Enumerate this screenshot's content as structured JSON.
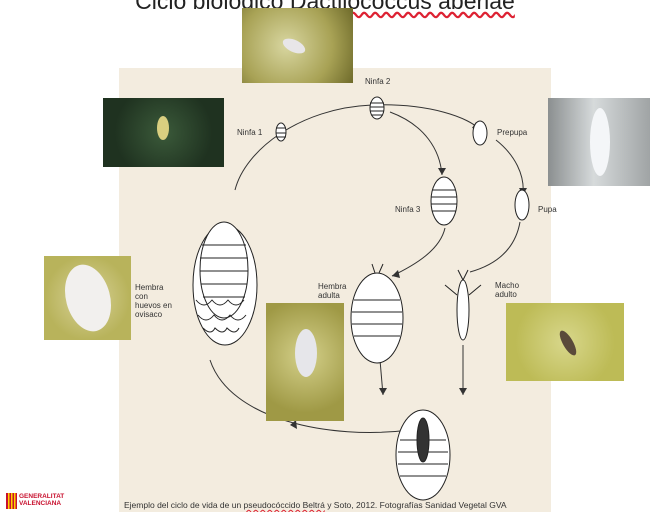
{
  "title": {
    "plain": "Ciclo biológico",
    "underlined": "Dactilococcus aberiae"
  },
  "labels": {
    "ninfa1": "Ninfa 1",
    "ninfa2": "Ninfa 2",
    "prepupa": "Prepupa",
    "pupa": "Pupa",
    "ninfa3": "Ninfa 3",
    "hembra_adulta": [
      "Hembra",
      "adulta"
    ],
    "macho_adulto": [
      "Macho",
      "adulto"
    ],
    "hembra_huevos": [
      "Hembra",
      "con",
      "huevos en",
      "ovisaco"
    ]
  },
  "caption": {
    "pre": "Ejemplo del ciclo de vida de un ",
    "underlined": "pseudocóccido Beltrá",
    "post": " y Soto, 2012. Fotografías Sanidad Vegetal GVA"
  },
  "logo": {
    "line1": "GENERALITAT",
    "line2": "VALENCIANA"
  },
  "colors": {
    "brand": "#c8102e",
    "paper": "#f3ecdf",
    "leaf": "#c9c97a"
  }
}
